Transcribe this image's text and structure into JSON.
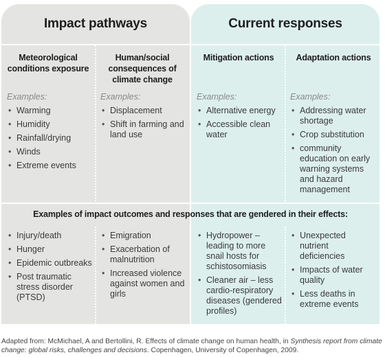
{
  "left_panel": {
    "title": "Impact pathways"
  },
  "right_panel": {
    "title": "Current responses"
  },
  "examples_label": "Examples:",
  "columns": [
    {
      "heading": "Meteorological conditions exposure",
      "items": [
        "Warming",
        "Humidity",
        "Rainfall/drying",
        "Winds",
        "Extreme events"
      ]
    },
    {
      "heading": "Human/social consequences of climate change",
      "items": [
        "Displacement",
        "Shift in farming and land use"
      ]
    },
    {
      "heading": "Mitigation actions",
      "items": [
        "Alternative energy",
        "Accessible clean water"
      ]
    },
    {
      "heading": "Adaptation actions",
      "items": [
        "Addressing water shortage",
        "Crop substitution",
        "community education on early warning systems and hazard management"
      ]
    }
  ],
  "gendered_title": "Examples of impact outcomes and responses that are gendered in their effects:",
  "gendered_columns": [
    {
      "items": [
        "Injury/death",
        "Hunger",
        "Epidemic outbreaks",
        "Post traumatic stress disorder (PTSD)"
      ]
    },
    {
      "items": [
        "Emigration",
        "Exacerbation of malnutrition",
        "Increased violence against women and girls"
      ]
    },
    {
      "items": [
        "Hydropower – leading to more snail hosts for schistosomiasis",
        "Cleaner air – less cardio-respiratory diseases (gendered profiles)"
      ]
    },
    {
      "items": [
        "Unexpected nutrient deficiencies",
        "Impacts of water quality",
        "Less deaths in extreme events"
      ]
    }
  ],
  "caption": {
    "prefix": "Adapted from: McMichael, A and Bertollini, R. Effects of climate change on human health, in ",
    "italic": "Synthesis report from climate change: global risks, challenges and decisions",
    "suffix": ". Copenhagen, University of Copenhagen, 2009."
  }
}
